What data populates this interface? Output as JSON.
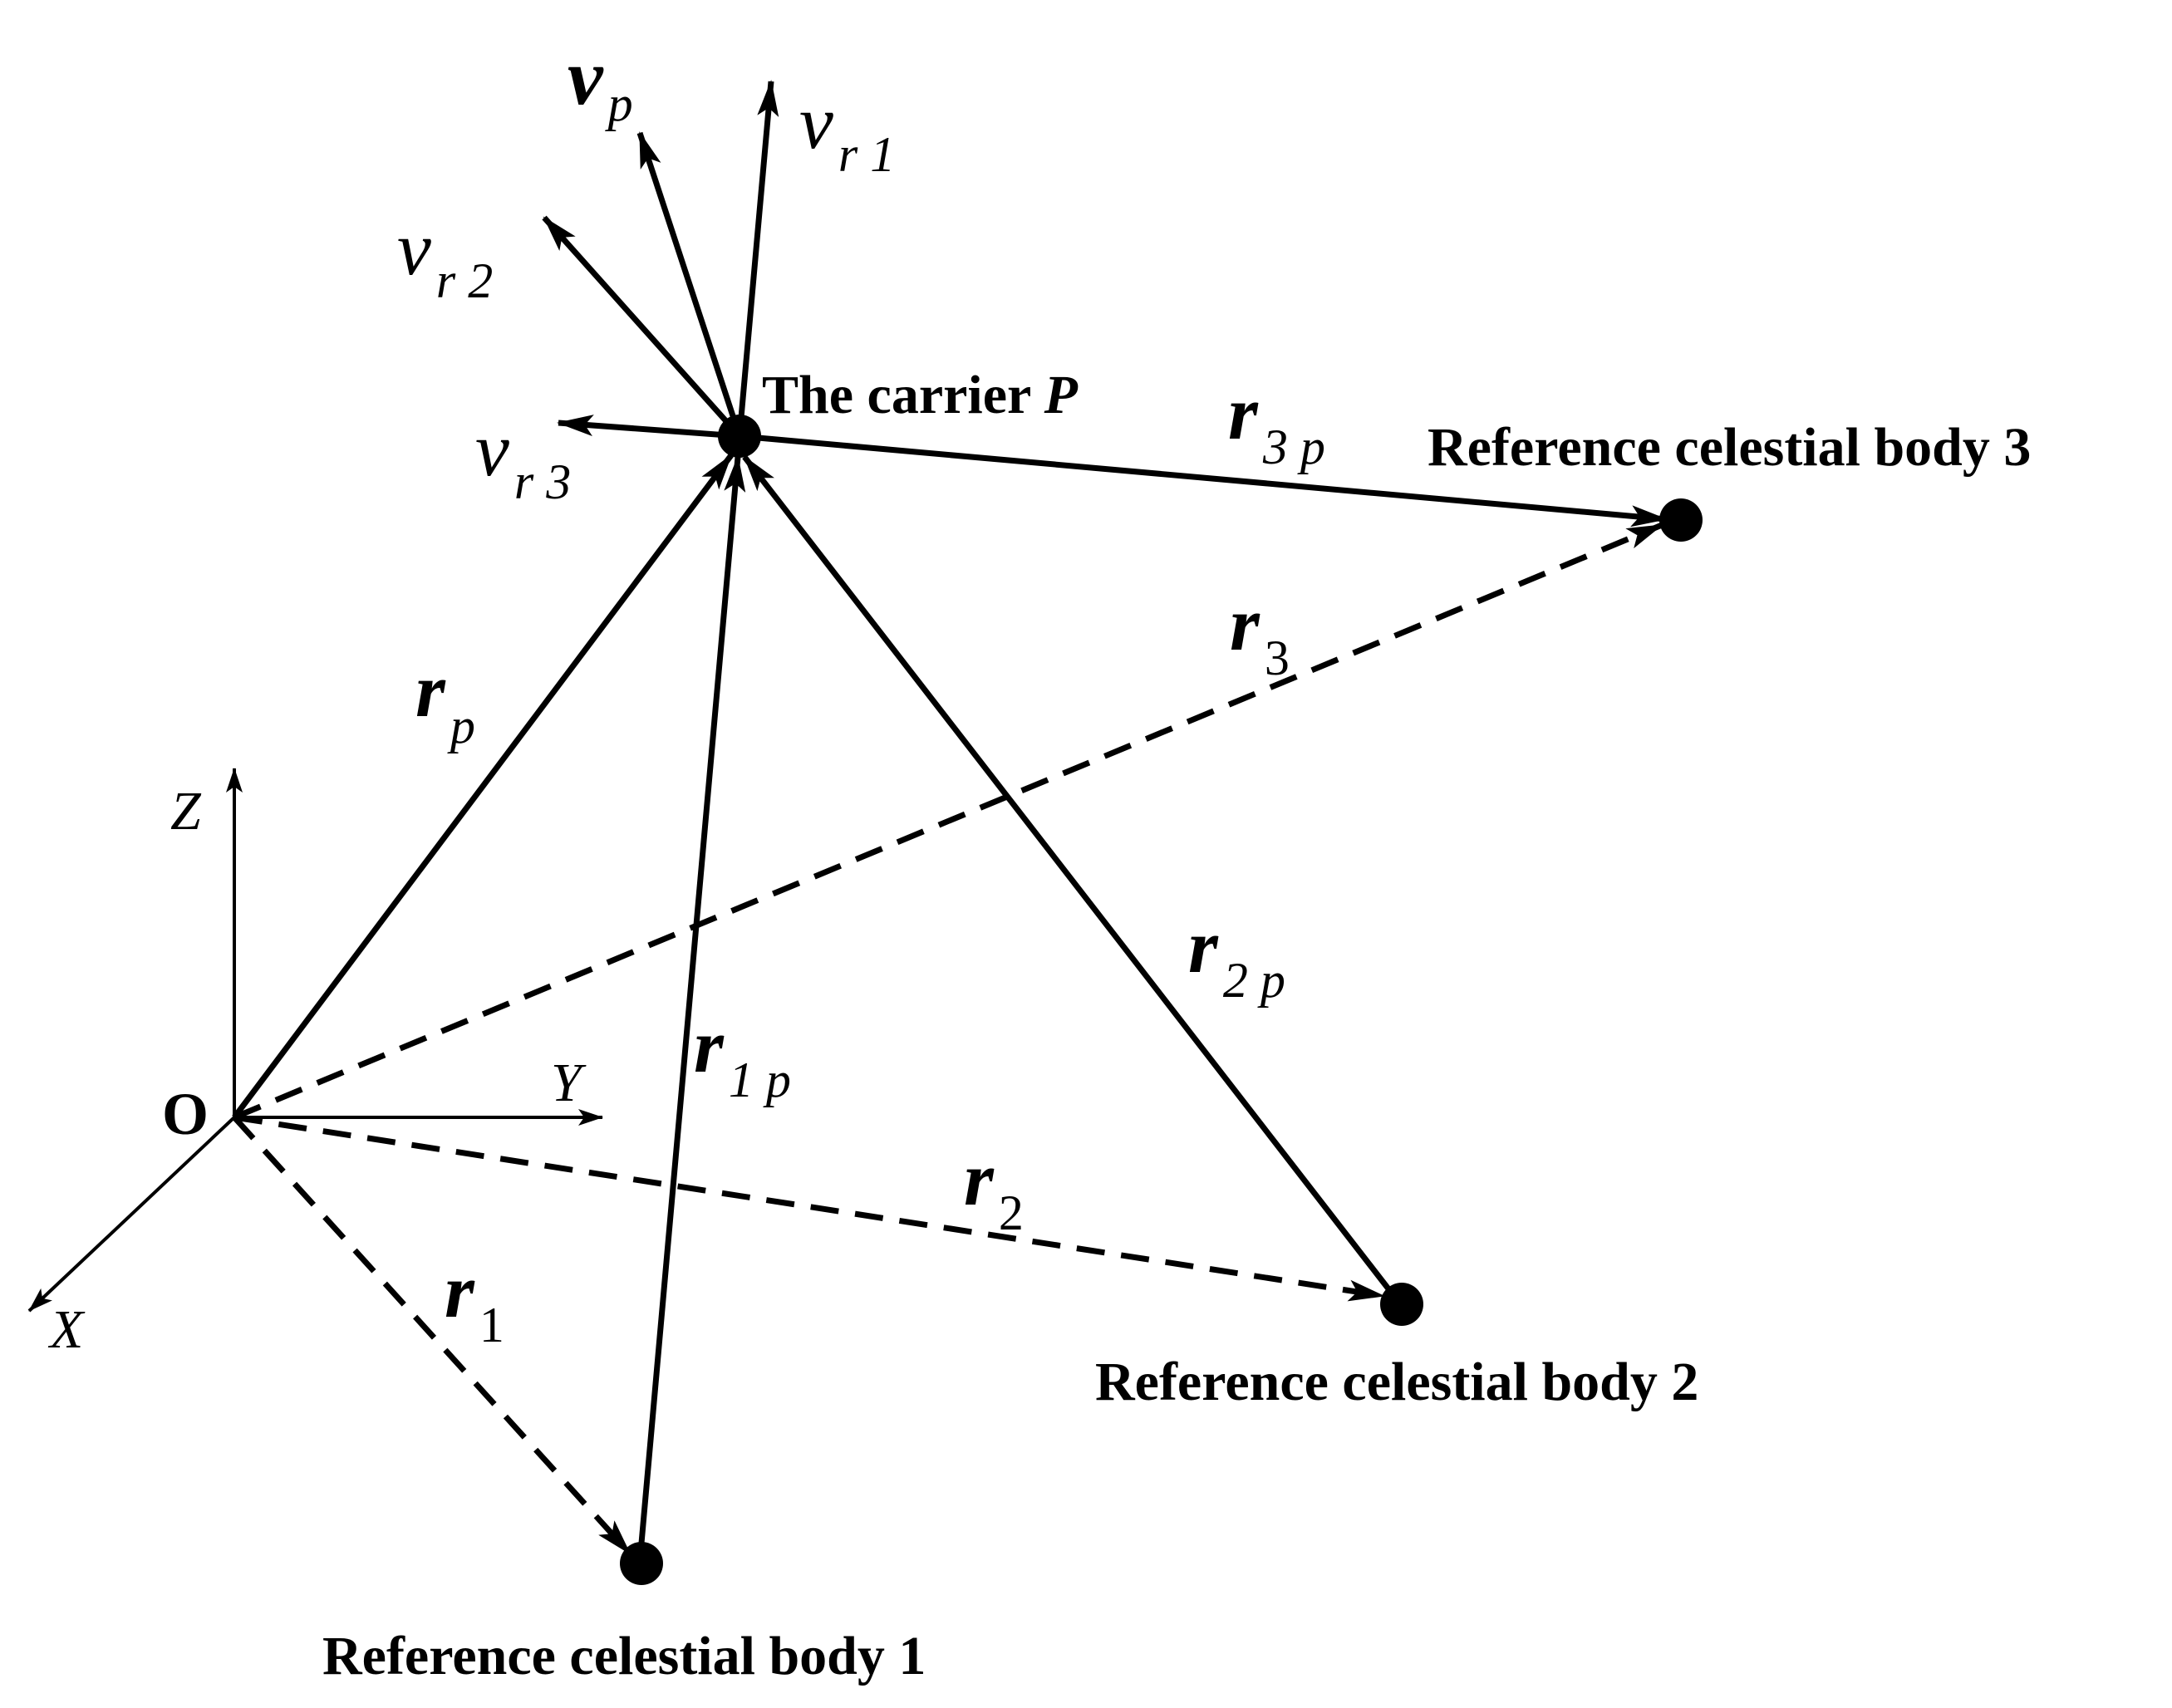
{
  "origin": {
    "label": "O"
  },
  "axes": {
    "x": "X",
    "y": "Y",
    "z": "Z"
  },
  "carrier": {
    "label": "The carrier ",
    "symbol": "P"
  },
  "bodies": {
    "b1": "Reference celestial body 1",
    "b2": "Reference celestial body 2",
    "b3": "Reference celestial body 3"
  },
  "vectors": {
    "rp": {
      "main": "r",
      "sub": "p"
    },
    "r1": {
      "main": "r",
      "sub": "1"
    },
    "r2": {
      "main": "r",
      "sub": "2"
    },
    "r3": {
      "main": "r",
      "sub": "3"
    },
    "r1p": {
      "main": "r",
      "sub": "1 p"
    },
    "r2p": {
      "main": "r",
      "sub": "2 p"
    },
    "r3p": {
      "main": "r",
      "sub": "3 p"
    },
    "vp": {
      "main": "v",
      "sub": "p"
    },
    "vr1": {
      "main": "v",
      "sub": "r 1"
    },
    "vr2": {
      "main": "v",
      "sub": "r 2"
    },
    "vr3": {
      "main": "v",
      "sub": "r 3"
    }
  }
}
